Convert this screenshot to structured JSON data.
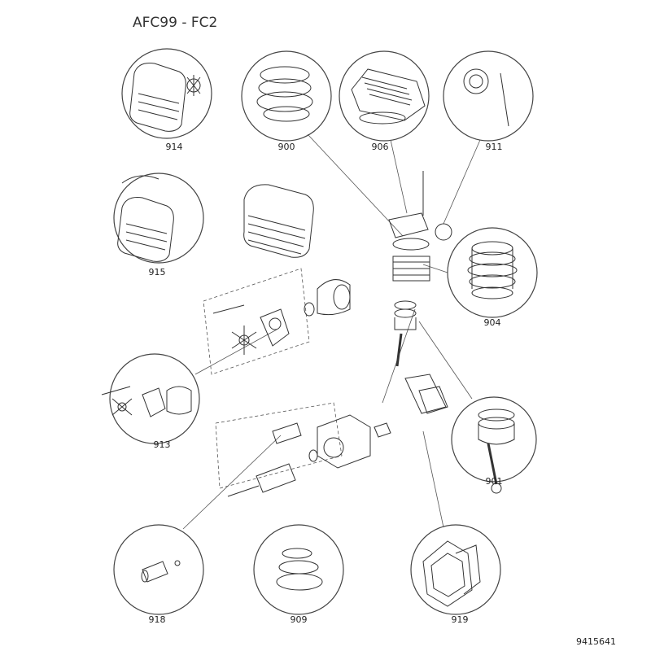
{
  "title": "AFC99 - FC2",
  "drawing_number": "9415641",
  "callouts": [
    {
      "id": "914",
      "label": "914"
    },
    {
      "id": "900",
      "label": "900"
    },
    {
      "id": "906",
      "label": "906"
    },
    {
      "id": "911",
      "label": "911"
    },
    {
      "id": "915",
      "label": "915"
    },
    {
      "id": "904",
      "label": "904"
    },
    {
      "id": "913",
      "label": "913"
    },
    {
      "id": "901",
      "label": "901"
    },
    {
      "id": "918",
      "label": "918"
    },
    {
      "id": "909",
      "label": "909"
    },
    {
      "id": "919",
      "label": "919"
    }
  ]
}
